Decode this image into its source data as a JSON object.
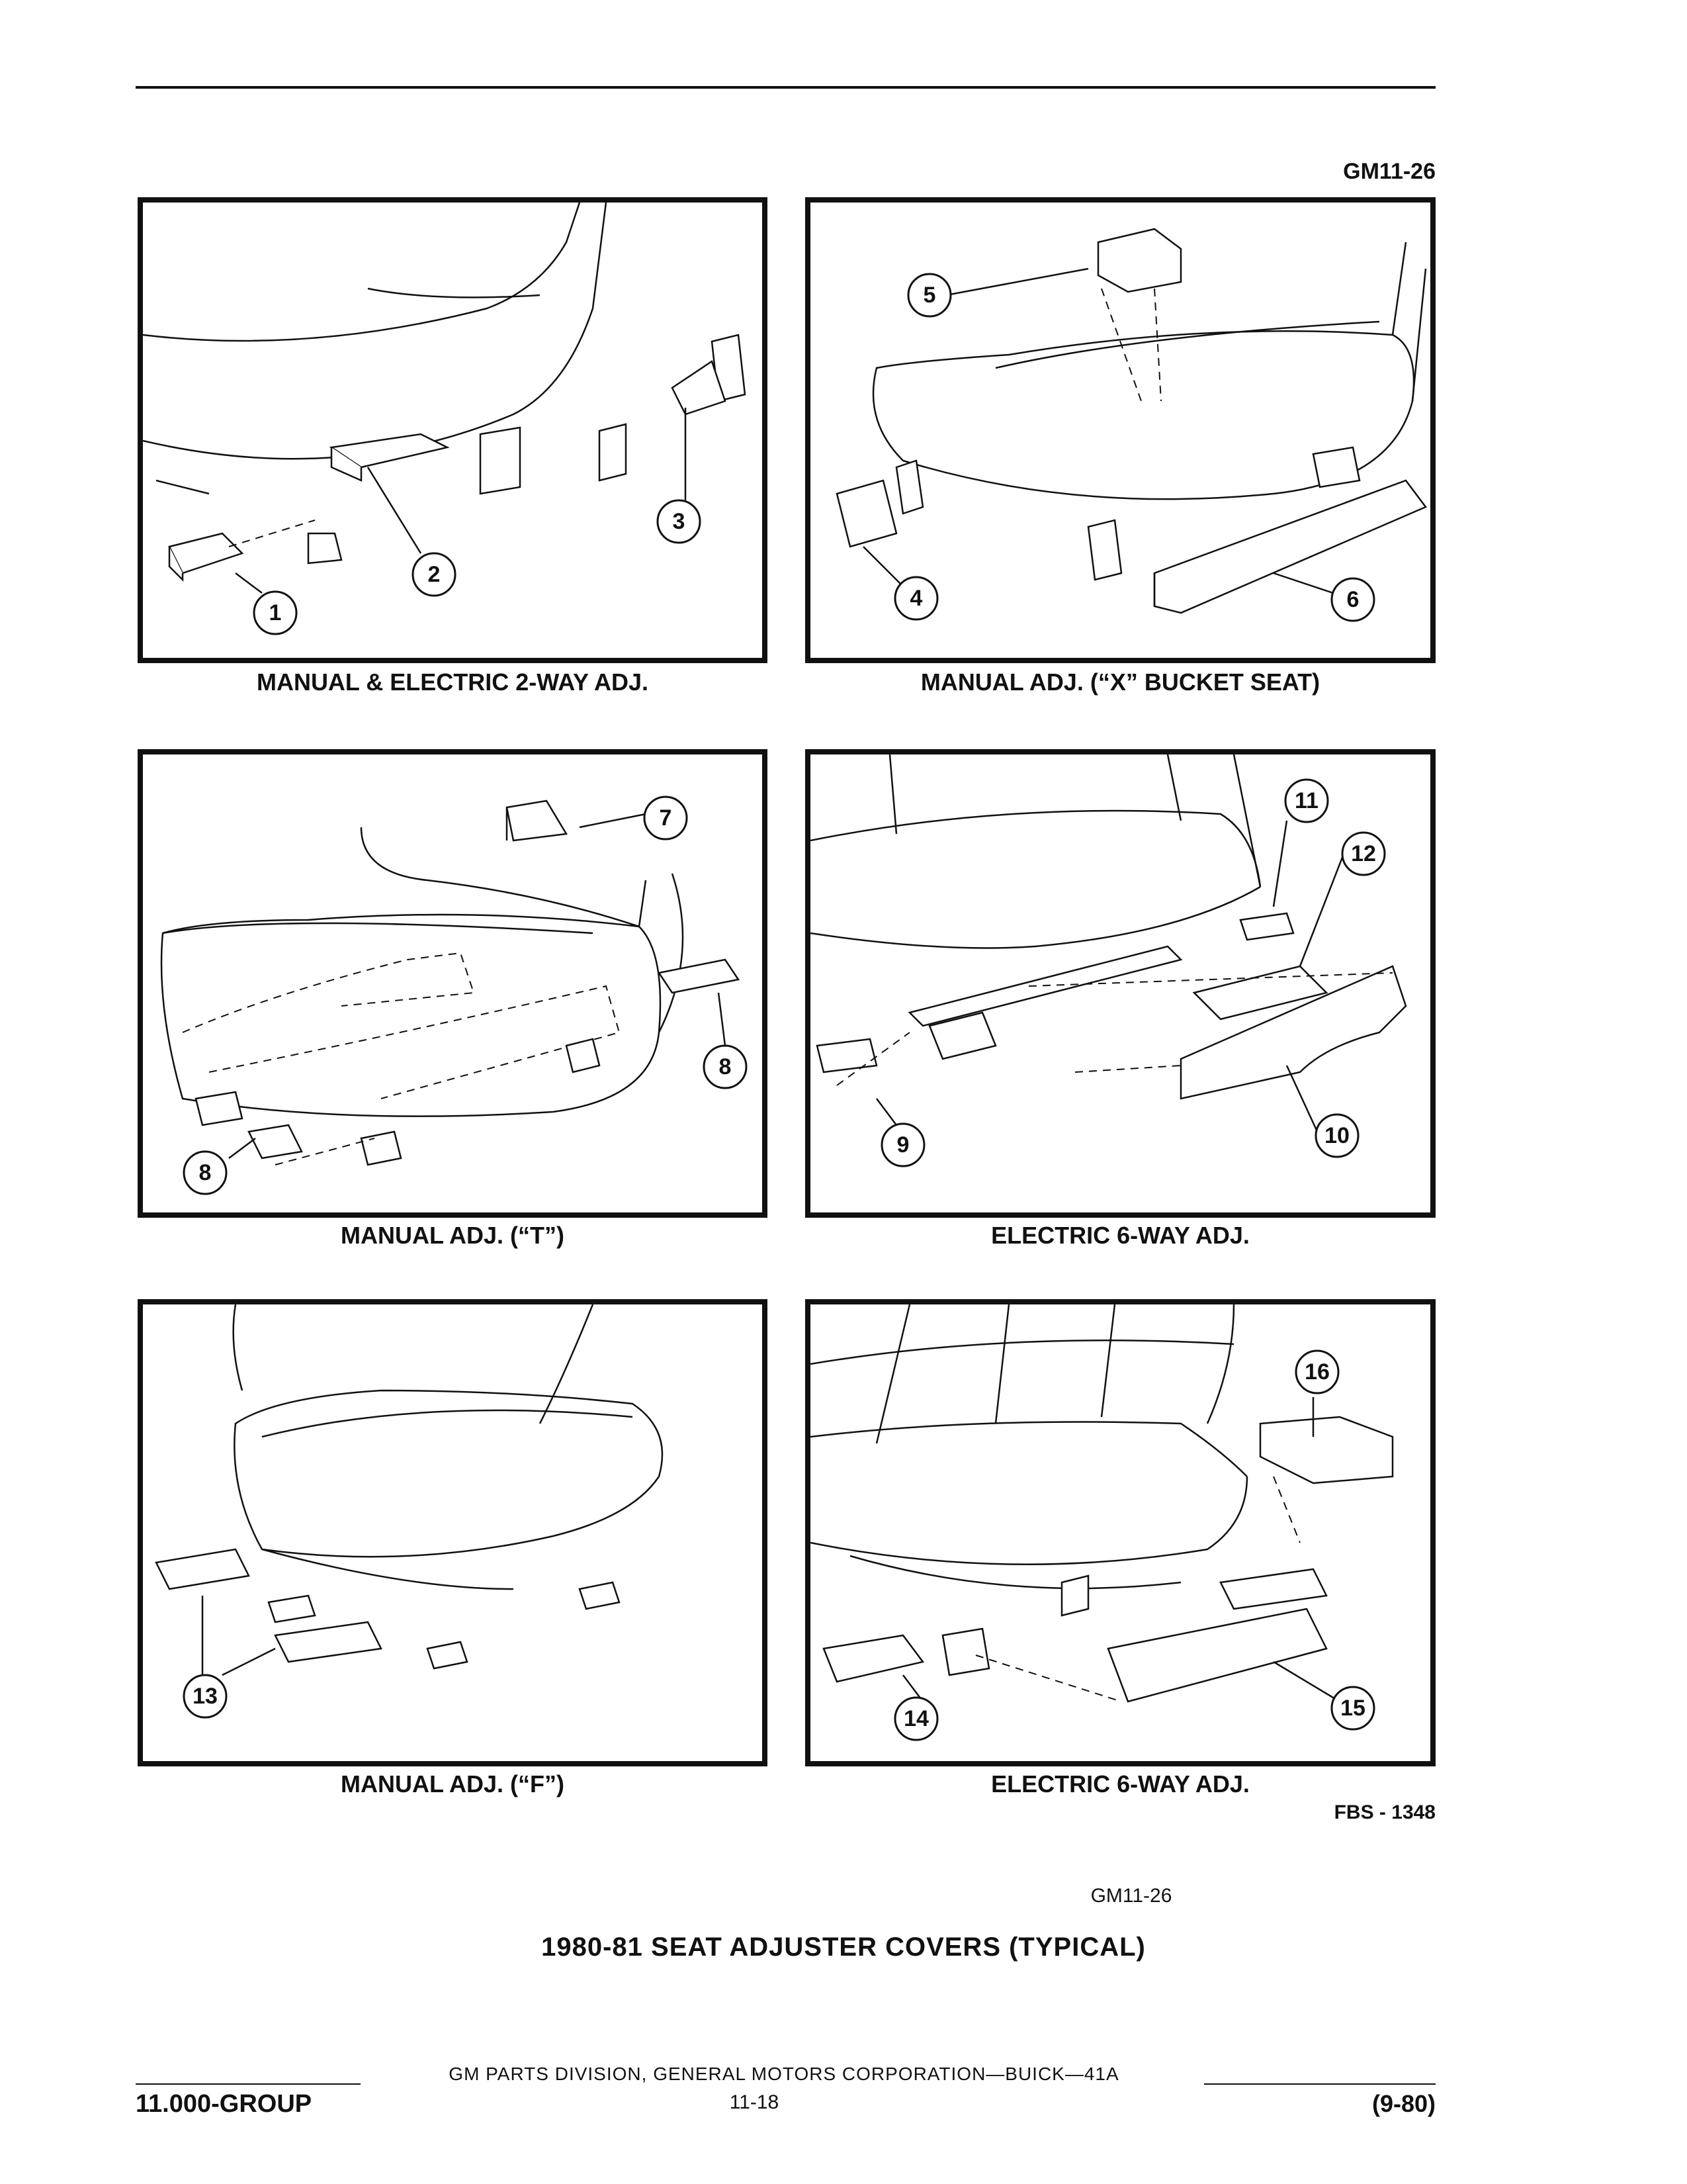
{
  "header": {
    "ref_code": "GM11-26"
  },
  "panels": [
    {
      "caption": "MANUAL & ELECTRIC 2-WAY ADJ.",
      "callouts": [
        "1",
        "2",
        "3"
      ]
    },
    {
      "caption": "MANUAL ADJ. (“X” BUCKET SEAT)",
      "callouts": [
        "5",
        "4",
        "6"
      ]
    },
    {
      "caption": "MANUAL ADJ. (“T”)",
      "callouts": [
        "7",
        "8",
        "8"
      ]
    },
    {
      "caption": "ELECTRIC 6-WAY ADJ.",
      "callouts": [
        "11",
        "12",
        "9",
        "10"
      ]
    },
    {
      "caption": "MANUAL ADJ. (“F”)",
      "callouts": [
        "13"
      ]
    },
    {
      "caption": "ELECTRIC 6-WAY ADJ.",
      "callouts": [
        "16",
        "15",
        "14"
      ]
    }
  ],
  "figure_code": "FBS - 1348",
  "figure_ref": "GM11-26",
  "title": "1980-81 SEAT ADJUSTER COVERS (TYPICAL)",
  "footer": {
    "text": "GM PARTS DIVISION, GENERAL MOTORS CORPORATION—BUICK—41A",
    "group": "11.000-GROUP",
    "page": "11-18",
    "revision": "(9-80)"
  }
}
